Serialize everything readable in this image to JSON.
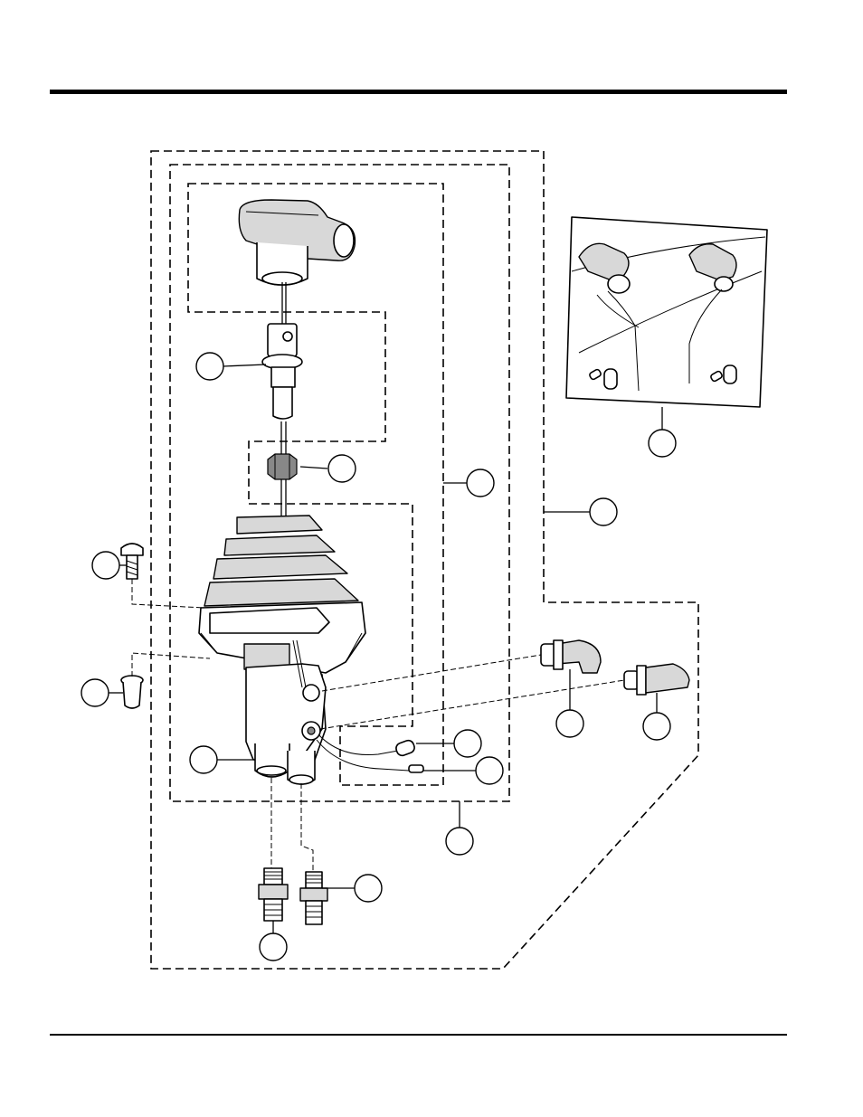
{
  "figure": {
    "callout_count": 15,
    "callouts": [
      {
        "id": "c1"
      },
      {
        "id": "c2"
      },
      {
        "id": "c3"
      },
      {
        "id": "c4"
      },
      {
        "id": "c5"
      },
      {
        "id": "c6"
      },
      {
        "id": "c7"
      },
      {
        "id": "c8"
      },
      {
        "id": "c9"
      },
      {
        "id": "c10"
      },
      {
        "id": "c11"
      },
      {
        "id": "c12"
      },
      {
        "id": "c13"
      },
      {
        "id": "c14"
      },
      {
        "id": "c15"
      }
    ],
    "line_color": "#000000",
    "shade_color": "#d8d8d8",
    "background": "#ffffff"
  }
}
